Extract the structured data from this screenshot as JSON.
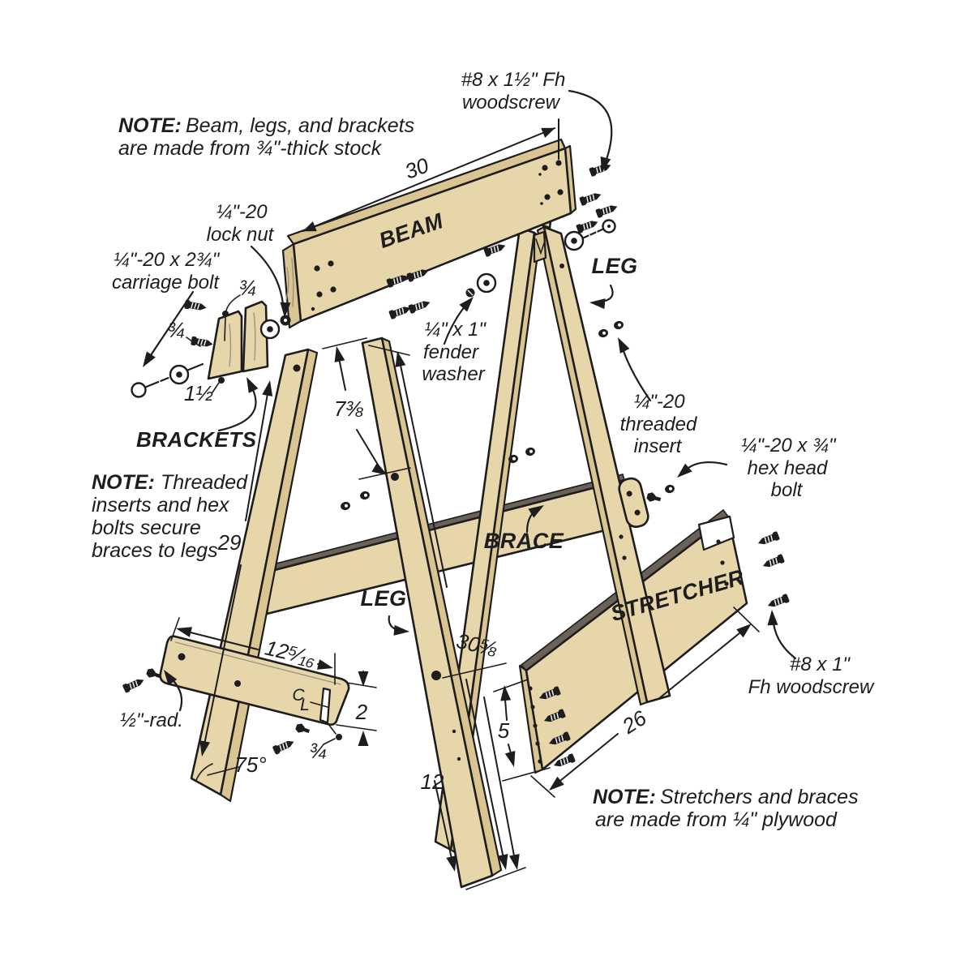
{
  "title": "Sawhorse exploded-view woodworking diagram",
  "colors": {
    "wood": "#e8d6ab",
    "wood_shade": "#d9c492",
    "edge_dark": "#6a6258",
    "outline": "#1d1d1d",
    "background": "#ffffff"
  },
  "notes": {
    "top": {
      "prefix": "NOTE:",
      "line1": "Beam, legs, and brackets",
      "line2": "are made from ¾\"-thick stock"
    },
    "left": {
      "prefix": "NOTE:",
      "line1": "Threaded",
      "line2": "inserts and hex",
      "line3": "bolts secure",
      "line4": "braces to legs"
    },
    "bottom": {
      "prefix": "NOTE:",
      "line1": "Stretchers and braces",
      "line2": "are made from ¼\" plywood"
    }
  },
  "parts": {
    "beam": "BEAM",
    "leg_right": "LEG",
    "leg_center": "LEG",
    "brace": "BRACE",
    "stretcher": "STRETCHER",
    "brackets": "BRACKETS"
  },
  "callouts": {
    "woodscrew_top": [
      "#8 x 1½\" Fh",
      "woodscrew"
    ],
    "lock_nut": [
      "¼\"-20",
      "lock nut"
    ],
    "carriage_bolt": [
      "¼\"-20 x 2¾\"",
      "carriage bolt"
    ],
    "fender_washer": [
      "¼\" x 1\"",
      "fender",
      "washer"
    ],
    "threaded_insert": [
      "¼\"-20",
      "threaded",
      "insert"
    ],
    "hex_head_bolt": [
      "¼\"-20 x ¾\"",
      "hex head",
      "bolt"
    ],
    "woodscrew_bottom": [
      "#8 x 1\"",
      "Fh woodscrew"
    ]
  },
  "dimensions": {
    "beam_length": "30",
    "leg_length": "29",
    "leg_top_to_hole": "7⅜",
    "leg_hole_span": "30⅝",
    "leg_bottom_span": "12",
    "stretcher_width": "5",
    "stretcher_length": "26",
    "board_to_slot": "12⁵⁄₁₆",
    "board_width": "2",
    "slot_depth": "¾",
    "corner_radius": "½\"-rad.",
    "leg_angle": "75°",
    "bracket_gap": "1½",
    "bracket_thickness_top": "¾",
    "bracket_thickness_left": "¾",
    "centerline_c": "C",
    "centerline_l": "L"
  }
}
